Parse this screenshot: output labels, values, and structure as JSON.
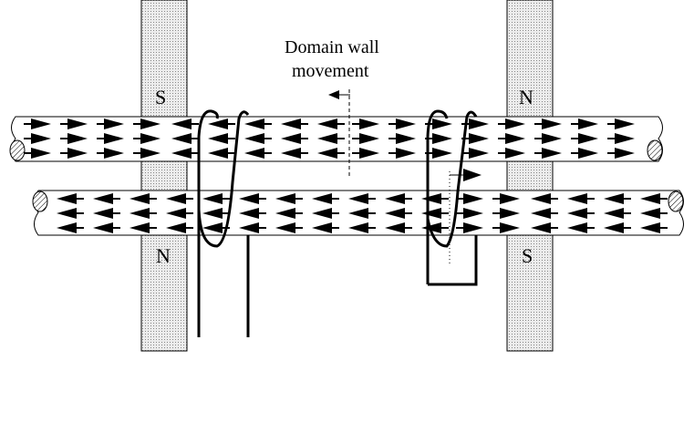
{
  "caption": {
    "line1": "Domain wall",
    "line2": "movement"
  },
  "magnets": {
    "left_top": "S",
    "left_bottom": "N",
    "right_top": "N",
    "right_bottom": "S"
  },
  "rods": {
    "top": {
      "directions": [
        "R",
        "R",
        "R",
        "R",
        "L",
        "L",
        "L",
        "L",
        "L",
        "R",
        "R",
        "R",
        "R",
        "R",
        "R",
        "R",
        "R"
      ]
    },
    "bottom": {
      "directions": [
        "L",
        "L",
        "L",
        "L",
        "L",
        "L",
        "L",
        "L",
        "L",
        "L",
        "L",
        "R",
        "R",
        "L",
        "L",
        "L",
        "L"
      ]
    }
  },
  "colors": {
    "magnet": "#d8d8d8",
    "ink": "#000000"
  }
}
